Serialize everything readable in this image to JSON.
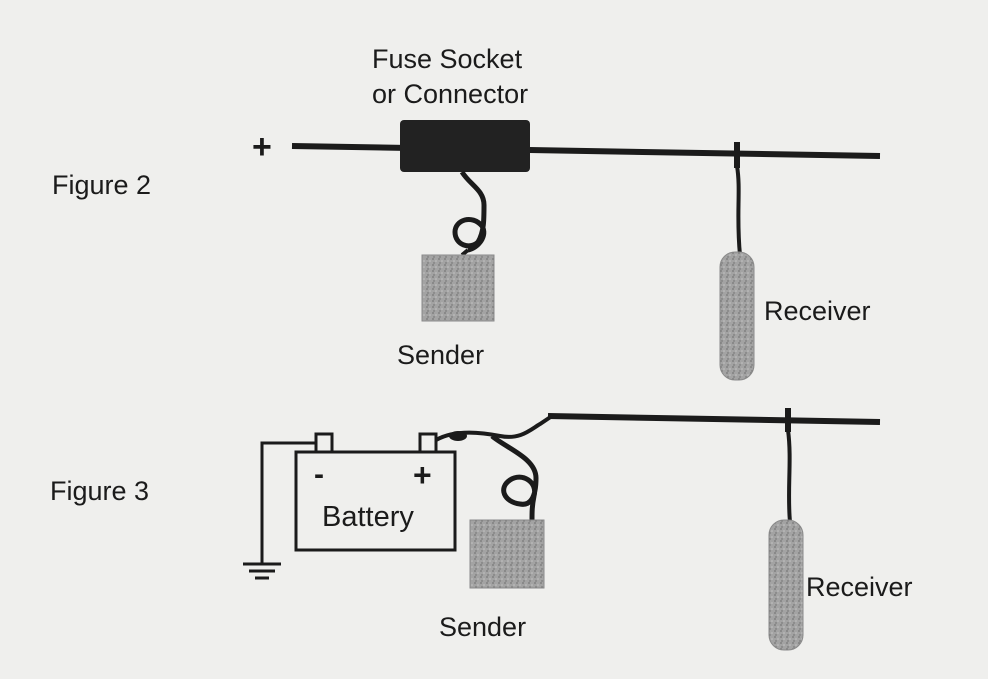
{
  "figure2": {
    "title": "Figure 2",
    "plus_sign": "+",
    "fuse_label_line1": "Fuse Socket",
    "fuse_label_line2": "or Connector",
    "sender_label": "Sender",
    "receiver_label": "Receiver"
  },
  "figure3": {
    "title": "Figure 3",
    "battery_label": "Battery",
    "battery_minus": "-",
    "battery_plus": "+",
    "sender_label": "Sender",
    "receiver_label": "Receiver"
  },
  "colors": {
    "background": "#efefed",
    "ink": "#1b1b1b",
    "device_fill": "#9a9a9a"
  }
}
